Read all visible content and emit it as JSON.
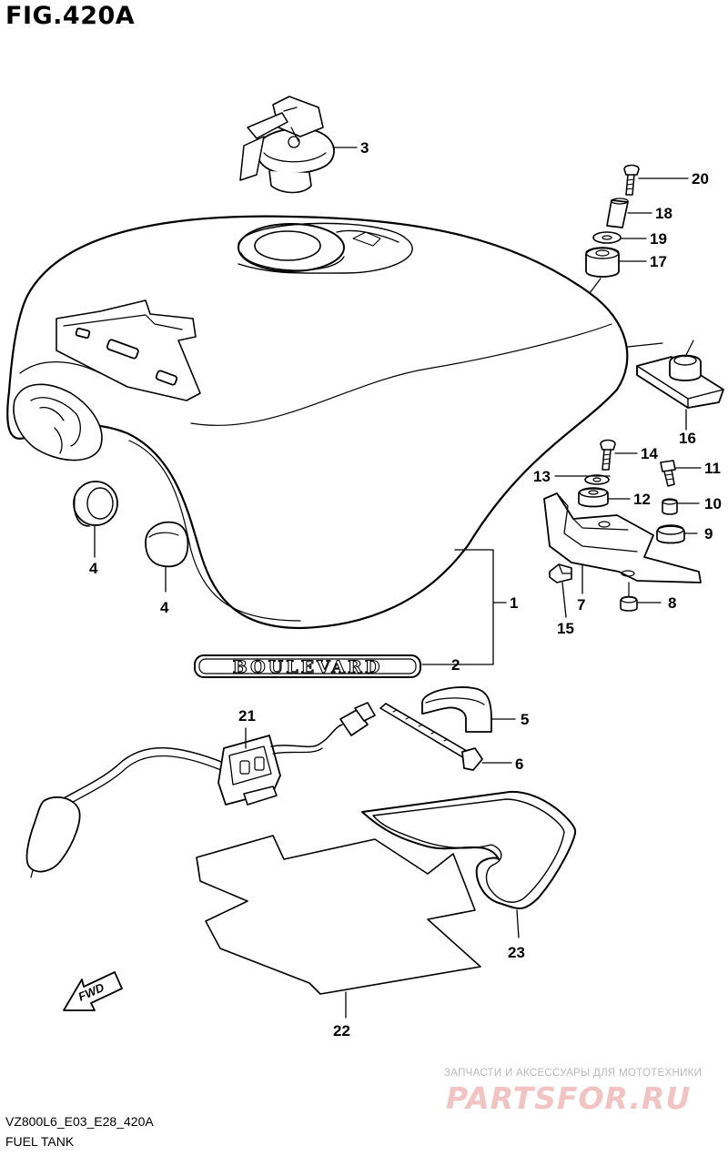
{
  "figure": {
    "title": "FIG.420A"
  },
  "callouts": [
    {
      "id": "1",
      "label": "1"
    },
    {
      "id": "2",
      "label": "2"
    },
    {
      "id": "3",
      "label": "3"
    },
    {
      "id": "4a",
      "label": "4"
    },
    {
      "id": "4b",
      "label": "4"
    },
    {
      "id": "5",
      "label": "5"
    },
    {
      "id": "6",
      "label": "6"
    },
    {
      "id": "7",
      "label": "7"
    },
    {
      "id": "8",
      "label": "8"
    },
    {
      "id": "9",
      "label": "9"
    },
    {
      "id": "10",
      "label": "10"
    },
    {
      "id": "11",
      "label": "11"
    },
    {
      "id": "12",
      "label": "12"
    },
    {
      "id": "13",
      "label": "13"
    },
    {
      "id": "14",
      "label": "14"
    },
    {
      "id": "15",
      "label": "15"
    },
    {
      "id": "16",
      "label": "16"
    },
    {
      "id": "17",
      "label": "17"
    },
    {
      "id": "18",
      "label": "18"
    },
    {
      "id": "19",
      "label": "19"
    },
    {
      "id": "20",
      "label": "20"
    },
    {
      "id": "21",
      "label": "21"
    },
    {
      "id": "22",
      "label": "22"
    },
    {
      "id": "23",
      "label": "23"
    }
  ],
  "emblem": {
    "text": "BOULEVARD"
  },
  "direction": {
    "text": "FWD"
  },
  "footer": {
    "code": "VZ800L6_E03_E28_420A",
    "caption": "FUEL TANK"
  },
  "watermark": {
    "tagline": "ЗАПЧАСТИ И АКСЕССУАРЫ ДЛЯ МОТОТЕХНИКИ",
    "logo": "PARTSFOR.RU"
  }
}
